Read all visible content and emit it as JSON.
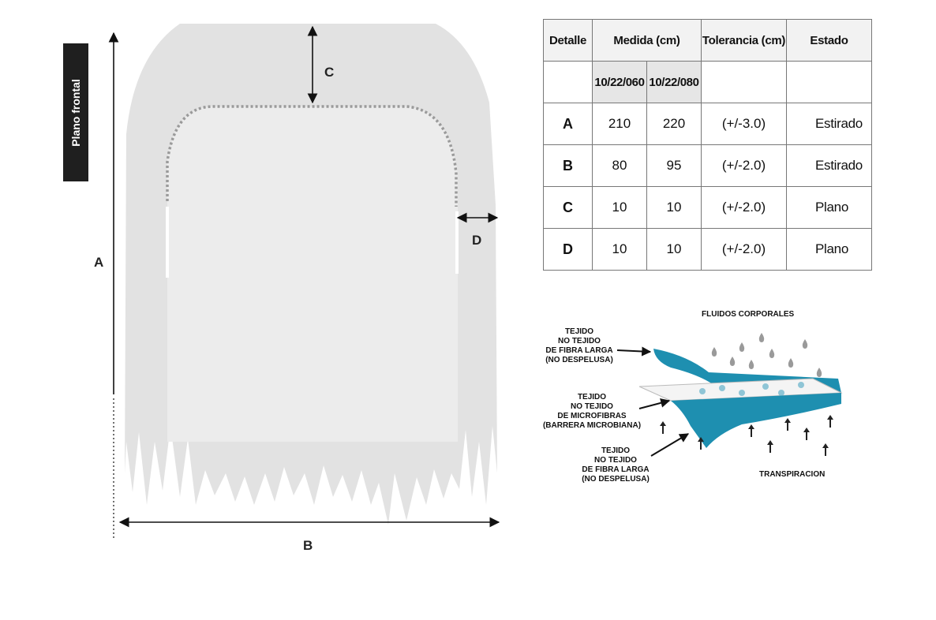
{
  "side_label": "Plano frontal",
  "dimension_labels": {
    "a": "A",
    "b": "B",
    "c": "C",
    "d": "D"
  },
  "table": {
    "headers": {
      "detail": "Detalle",
      "measure": "Medida (cm)",
      "tolerance": "Tolerancia (cm)",
      "state": "Estado"
    },
    "sizes": [
      "10/22/060",
      "10/22/080"
    ],
    "rows": [
      {
        "detail": "A",
        "m1": "210",
        "m2": "220",
        "tolerance": "(+/-3.0)",
        "state": "Estirado"
      },
      {
        "detail": "B",
        "m1": "80",
        "m2": "95",
        "tolerance": "(+/-2.0)",
        "state": "Estirado"
      },
      {
        "detail": "C",
        "m1": "10",
        "m2": "10",
        "tolerance": "(+/-2.0)",
        "state": "Plano"
      },
      {
        "detail": "D",
        "m1": "10",
        "m2": "10",
        "tolerance": "(+/-2.0)",
        "state": "Plano"
      }
    ]
  },
  "fabric": {
    "top_label": "FLUIDOS CORPORALES",
    "bottom_label": "TRANSPIRACION",
    "layer1": [
      "TEJIDO",
      "NO TEJIDO",
      "DE FIBRA LARGA",
      "(NO DESPELUSA)"
    ],
    "layer2": [
      "TEJIDO",
      "NO TEJIDO",
      "DE MICROFIBRAS",
      "(BARRERA MICROBIANA)"
    ],
    "layer3": [
      "TEJIDO",
      "NO TEJIDO",
      "DE FIBRA LARGA",
      "(NO DESPELUSA)"
    ],
    "colors": {
      "teal": "#1e8fb0",
      "drape_outer": "#e2e2e2",
      "drape_inner": "#ececec"
    }
  }
}
